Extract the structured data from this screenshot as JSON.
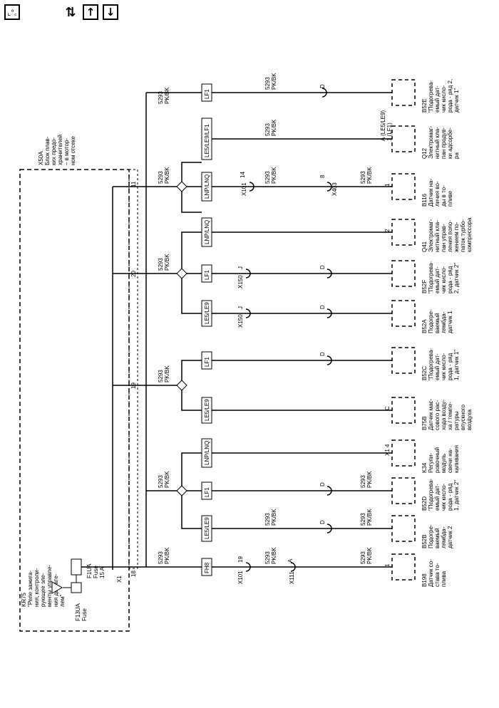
{
  "toolbar": {
    "legend_glyph": "⌞°꜀",
    "swap_glyph": "⇅",
    "up_glyph": "↑",
    "down_glyph": "↓"
  },
  "diagram": {
    "fuse_block_title": "X50A\nБлок плав-\nких предо-\nхранителей\n– в мотор-\nном отсеке",
    "relay_title": "KR75\n\"Реле зажига-\nния, контроли-\nрующее эле-\nменты управле-\nния двигате-\nлем\"",
    "fuse_f13ua": "F13UA\nFuse",
    "fuse_f1ua": "F1UA\nFuse\n15 A",
    "x1": "X1",
    "pins": {
      "p18": "18",
      "p19": "19",
      "p20": "20",
      "p11": "11"
    },
    "wire_label": "5293\nPK/BK",
    "options": [
      "LF1",
      "LE5/LE9/LF1",
      "LNP/LNQ",
      "LNP/LNQ",
      "LF1",
      "LE5/LE9",
      "LF1",
      "LE5/LE9",
      "LNP/LNQ",
      "LF1",
      "LE5/LE9",
      "FH8"
    ],
    "connectors": {
      "x101_14": "X101",
      "pin14": "14",
      "x403": "X403",
      "pin8": "8",
      "x150": "X150",
      "pinJ": "J",
      "pinD": "D",
      "x111": "X111",
      "pinA": "A",
      "pin19": "19",
      "pin1": "1",
      "pin2": "2",
      "pinC": "C",
      "pinX14": "X1  4",
      "pinA_q12": "A (LE5/LE9)\n1 (LF1)"
    },
    "components": [
      {
        "id": "B52E",
        "desc": "B52E\n\"Подогрева-\nемый дат-\nчик кисло-\nрода - ряд 2,\nдатчик 1\""
      },
      {
        "id": "Q12",
        "desc": "Q12\nЭлектромаг-\nнитный кла-\nпан продув-\nки адсорбе-\nра"
      },
      {
        "id": "B116",
        "desc": "B116\nДатчик на-\nличия во-\nды в то-\nпливе"
      },
      {
        "id": "Q41",
        "desc": "Q41\nЭлектромаг-\nнитный кла-\nпан управ-\nления поло-\nжением по-\nпаток турбо-\nкомпрессора"
      },
      {
        "id": "B52F",
        "desc": "B52F\n\"Подогрева-\nемый дат-\nчик кисло-\nрода - ряд\n2, датчик 2\""
      },
      {
        "id": "B52A",
        "desc": "B52A\nПодогре-\nваемый\nлямбда-\nдатчик 1"
      },
      {
        "id": "B52C",
        "desc": "B52C\n\"Подогрева-\nемый дат-\nчик кисло-\nрода - ряд\n1, датчик 1\""
      },
      {
        "id": "B75B",
        "desc": "B75B\nДатчик мас-\nсового рас-\nхода возду-\nха / темпе-\nратуры\nвпускного\nвоздуха"
      },
      {
        "id": "K34",
        "desc": "K34\nРегули-\nровочный\nмодуль\nсвечи на-\nкаливания"
      },
      {
        "id": "B52D",
        "desc": "B52D\n\"Подогрева-\nемый дат-\nчик кисло-\nрода - ряд\n1, датчик 2\""
      },
      {
        "id": "B52B",
        "desc": "B52B\nПодогре-\nваемый\nлямбда-\nдатчик 2"
      },
      {
        "id": "B198",
        "desc": "B198\nДатчик со-\nстава то-\nплива"
      }
    ]
  }
}
